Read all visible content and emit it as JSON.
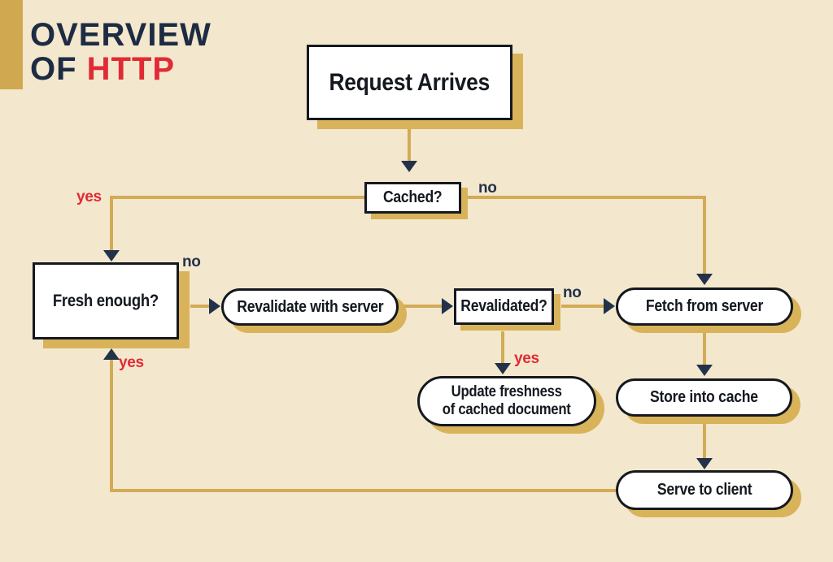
{
  "header": {
    "title_line1": "OVERVIEW",
    "title_line2_part1": "OF",
    "title_line2_part2": "HTTP"
  },
  "nodes": {
    "request_arrives": "Request Arrives",
    "cached": "Cached?",
    "fresh_enough": "Fresh enough?",
    "revalidate_with_server": "Revalidate with server",
    "revalidated": "Revalidated?",
    "fetch_from_server": "Fetch from server",
    "update_freshness": "Update freshness\nof cached document",
    "store_into_cache": "Store into cache",
    "serve_to_client": "Serve to client"
  },
  "edge_labels": {
    "cached_yes": "yes",
    "cached_no": "no",
    "fresh_enough_no": "no",
    "revalidated_no": "no",
    "revalidated_yes": "yes",
    "fresh_enough_yes": "yes"
  },
  "colors": {
    "background": "#f3e8cd",
    "gold": "#d3ab56",
    "navy": "#23324a",
    "red": "#e02b35"
  }
}
